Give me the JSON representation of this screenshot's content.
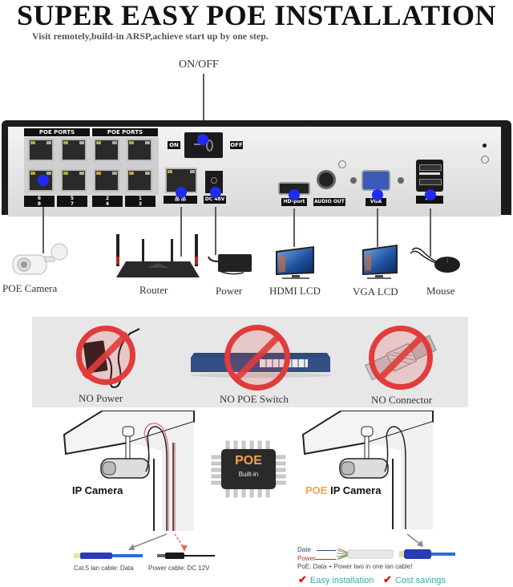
{
  "header": {
    "title": "SUPER EASY POE INSTALLATION",
    "subtitle": "Visit remotely,build-in ARSP,achieve start up by one step."
  },
  "nvr_panel": {
    "onoff_callout": "ON/OFF",
    "poe_ports_labels": [
      "POE PORTS",
      "POE PORTS"
    ],
    "port_numbers_top": [
      "6",
      "5",
      "2",
      "1"
    ],
    "port_numbers_bottom": [
      "8",
      "7",
      "4",
      "3"
    ],
    "switch_on": "ON",
    "switch_off": "OFF",
    "lan_label": "品 品",
    "dc_label": "DC 48V",
    "hdmi_label": "HD-port",
    "audio_label": "AUDIO OUT",
    "vga_label": "VGA",
    "usb_label": "⭠⊶",
    "accent_color": "#1d2cf0"
  },
  "devices": [
    {
      "label": "POE Camera",
      "icon": "bullet-camera-icon"
    },
    {
      "label": "Router",
      "icon": "router-icon"
    },
    {
      "label": "Power",
      "icon": "power-adapter-icon"
    },
    {
      "label": "HDMI LCD",
      "icon": "monitor-icon"
    },
    {
      "label": "VGA LCD",
      "icon": "monitor-icon"
    },
    {
      "label": "Mouse",
      "icon": "mouse-icon"
    }
  ],
  "no_items": [
    {
      "label": "NO Power",
      "icon": "power-adapter-icon"
    },
    {
      "label": "NO POE Switch",
      "icon": "network-switch-icon"
    },
    {
      "label": "NO Connector",
      "icon": "cable-connector-icon"
    }
  ],
  "comparison": {
    "left": {
      "title": "IP Camera",
      "cable1": "Cat.5 lan cable: Data",
      "cable2": "Power cable: DC 12V"
    },
    "chip": {
      "title": "POE",
      "subtitle": "Built-in"
    },
    "right": {
      "title_prefix": "POE",
      "title_rest": " IP Camera",
      "date_label": "Date",
      "power_label": "Power",
      "note": "PoE: Data + Power two in one lan cable!",
      "benefit1": "Easy installation",
      "benefit2": "Cost savings",
      "check_glyph": "✔"
    }
  },
  "colors": {
    "accent_blue": "#1d2cf0",
    "no_red": "#e23b3b",
    "poe_orange": "#f0a24a",
    "benefit_teal": "#3aa7b5"
  }
}
